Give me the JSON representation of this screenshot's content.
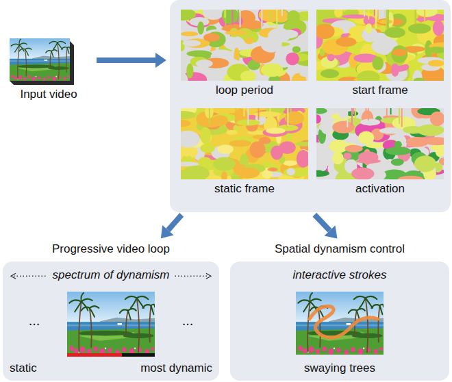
{
  "diagram": {
    "nodes": [
      {
        "text": [
          "Input video"
        ]
      },
      {
        "text": []
      },
      {
        "text": [
          "loop period"
        ],
        "in": 1
      },
      {
        "text": [
          "start frame"
        ],
        "in": 1
      },
      {
        "text": [
          "static frame"
        ],
        "in": 1
      },
      {
        "text": [
          "activation"
        ],
        "in": 1
      },
      {
        "text": [
          "Progressive video loop",
          "spectrum of dynamism",
          "...",
          "...",
          "static",
          "most dynamic"
        ]
      },
      {
        "text": [
          "Spatial dynamism control",
          "interactive strokes",
          "swaying trees"
        ]
      }
    ],
    "edges": [
      {
        "from": 0,
        "to": 1,
        "arrow": "to"
      },
      {
        "from": 1,
        "to": 6,
        "arrow": "to"
      },
      {
        "from": 1,
        "to": 7,
        "arrow": "to"
      }
    ]
  }
}
